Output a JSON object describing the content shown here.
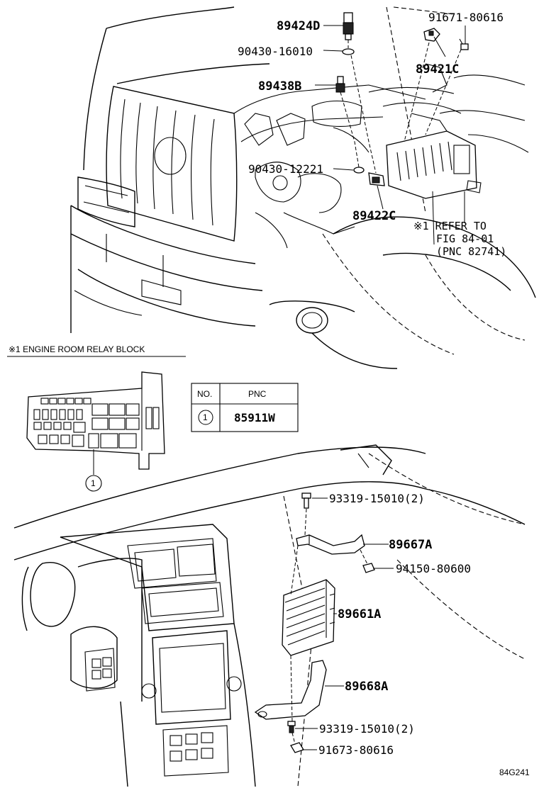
{
  "diagram": {
    "figure_code": "84G241",
    "callouts": {
      "p89424D": "89424D",
      "p90430_16010": "90430-16010",
      "p91671_80616": "91671-80616",
      "p89421C": "89421C",
      "p89438B": "89438B",
      "p90430_12221": "90430-12221",
      "p89422C": "89422C",
      "p93319_15010_a": "93319-15010(2)",
      "p89667A": "89667A",
      "p94150_80600": "94150-80600",
      "p89661A": "89661A",
      "p89668A": "89668A",
      "p93319_15010_b": "93319-15010(2)",
      "p91673_80616": "91673-80616"
    },
    "refer_note": {
      "line1": "※1 REFER TO",
      "line2": "FIG 84-01",
      "line3": "(PNC 82741)"
    },
    "relay_block_title": "※1  ENGINE ROOM RELAY BLOCK",
    "relay_callout": "1",
    "table": {
      "headers": [
        "NO.",
        "PNC"
      ],
      "rows": [
        {
          "no": "1",
          "pnc": "85911W"
        }
      ]
    }
  }
}
